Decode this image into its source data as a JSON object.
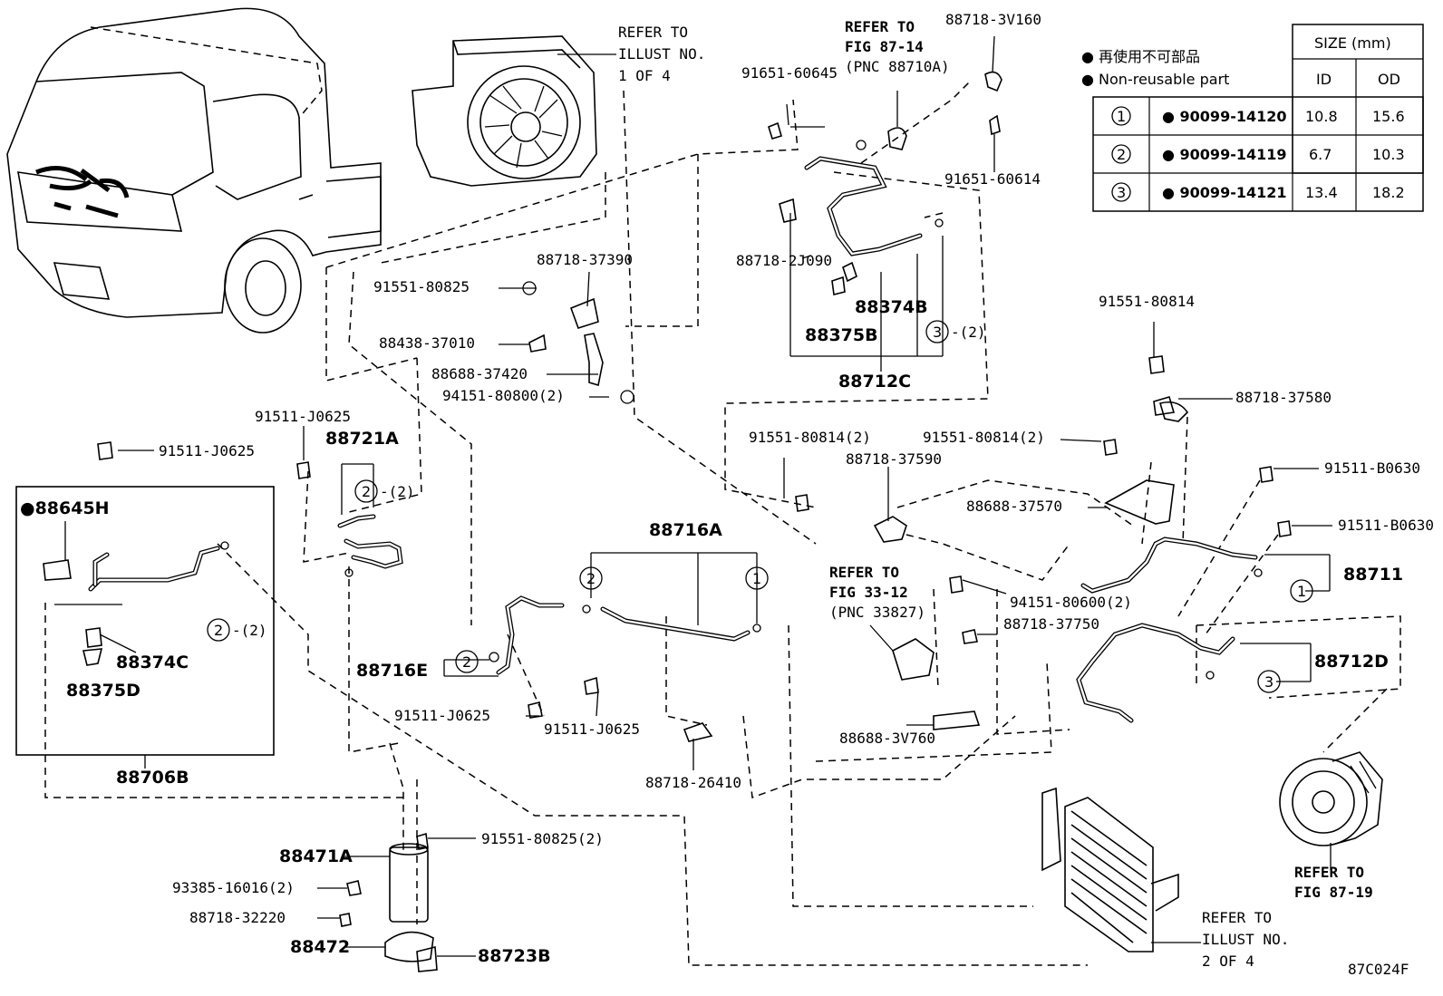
{
  "figure_code": "87C024F",
  "legend": {
    "ja": "● 再使用不可部品",
    "en": "● Non-reusable part",
    "size_header": "SIZE (mm)",
    "id_header": "ID",
    "od_header": "OD",
    "rows": [
      {
        "ref": "1",
        "part": "● 90099-14120",
        "id": "10.8",
        "od": "15.6"
      },
      {
        "ref": "2",
        "part": "● 90099-14119",
        "id": "6.7",
        "od": "10.3"
      },
      {
        "ref": "3",
        "part": "● 90099-14121",
        "id": "13.4",
        "od": "18.2"
      }
    ]
  },
  "notes": {
    "refer1": [
      "REFER TO",
      "ILLUST NO.",
      "1 OF 4"
    ],
    "refer2": [
      "REFER TO",
      "FIG 87-14",
      "(PNC 88710A)"
    ],
    "refer3": [
      "REFER TO",
      "FIG 33-12",
      "(PNC 33827)"
    ],
    "refer4": [
      "REFER TO",
      "FIG 87-19"
    ],
    "refer5": [
      "REFER TO",
      "ILLUST NO.",
      "2 OF 4"
    ]
  },
  "labels": {
    "p91651_60645": "91651-60645",
    "p88718_3V160": "88718-3V160",
    "p91651_60614": "91651-60614",
    "p88718_2J090": "88718-2J090",
    "p88374B": "88374B",
    "p88375B": "88375B",
    "p88712C": "88712C",
    "p3_2": "-(2)",
    "p88718_37390": "88718-37390",
    "p91551_80825": "91551-80825",
    "p88438_37010": "88438-37010",
    "p88688_37420": "88688-37420",
    "p94151_80800": "94151-80800(2)",
    "p91511_J0625_a": "91511-J0625",
    "p88721A": "88721A",
    "p2_2a": "-(2)",
    "p91511_J0625_b": "91511-J0625",
    "p88645H": "●88645H",
    "p2_2b": "-(2)",
    "p88374C": "88374C",
    "p88375D": "88375D",
    "p88706B": "88706B",
    "p88716A": "88716A",
    "p88716E": "88716E",
    "p91511_J0625_c": "91511-J0625",
    "p91511_J0625_d": "91511-J0625",
    "p88718_26410": "88718-26410",
    "p91551_80814_a": "91551-80814",
    "p88718_37580": "88718-37580",
    "p91551_80814_b": "91551-80814(2)",
    "p91551_80814_c": "91551-80814(2)",
    "p88718_37590": "88718-37590",
    "p88688_37570": "88688-37570",
    "p91511_B0630_a": "91511-B0630",
    "p91511_B0630_b": "91511-B0630",
    "p88711": "88711",
    "p94151_80600": "94151-80600(2)",
    "p88718_37750": "88718-37750",
    "p88712D": "88712D",
    "p88688_3V760": "88688-3V760",
    "p88471A": "88471A",
    "p91551_80825_2": "91551-80825(2)",
    "p93385_16016": "93385-16016(2)",
    "p88718_32220": "88718-32220",
    "p88472": "88472",
    "p88723B": "88723B"
  },
  "callouts": {
    "c3": "3",
    "c2a": "2",
    "c2b": "2",
    "c2c": "2",
    "c1a": "1",
    "c2d": "2",
    "c1b": "1",
    "c3b": "3"
  }
}
